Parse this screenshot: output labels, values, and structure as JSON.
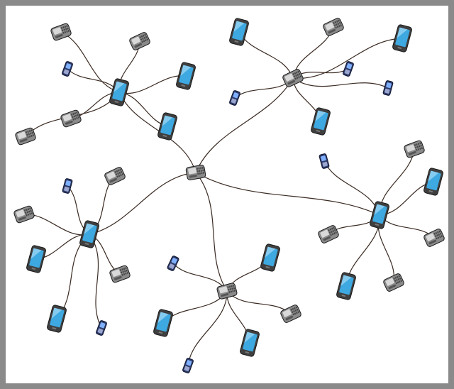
{
  "colors": {
    "frame": "#8a8a8a",
    "background": "#ffffff",
    "wire": "#3a2a22",
    "device_body": "#3f3f3f",
    "device_edge": "#1a1a1a",
    "screen": "#3ea8e0",
    "screen_highlight": "#bfe8fb",
    "qwerty_body": "#8a8a8a",
    "qwerty_screen": "#d9d9d9",
    "flip_body": "#2d3a66",
    "flip_screen": "#7fb0ff"
  },
  "nodes": [
    {
      "id": "center",
      "kind": "qwerty"
    },
    {
      "id": "hub-top-left",
      "kind": "touch"
    },
    {
      "id": "hub-top-right",
      "kind": "qwerty"
    },
    {
      "id": "hub-left",
      "kind": "touch"
    },
    {
      "id": "hub-bottom",
      "kind": "qwerty"
    },
    {
      "id": "hub-right",
      "kind": "touch"
    },
    {
      "id": "tl-1",
      "kind": "qwerty"
    },
    {
      "id": "tl-2",
      "kind": "flip"
    },
    {
      "id": "tl-3",
      "kind": "qwerty"
    },
    {
      "id": "tl-4",
      "kind": "touch"
    },
    {
      "id": "tl-5",
      "kind": "touch"
    },
    {
      "id": "tl-6",
      "kind": "qwerty"
    },
    {
      "id": "tl-7",
      "kind": "qwerty"
    },
    {
      "id": "tr-1",
      "kind": "touch"
    },
    {
      "id": "tr-2",
      "kind": "qwerty"
    },
    {
      "id": "tr-3",
      "kind": "touch"
    },
    {
      "id": "tr-4",
      "kind": "flip"
    },
    {
      "id": "tr-5",
      "kind": "flip"
    },
    {
      "id": "tr-6",
      "kind": "flip"
    },
    {
      "id": "tr-7",
      "kind": "touch"
    },
    {
      "id": "l-1",
      "kind": "flip"
    },
    {
      "id": "l-2",
      "kind": "qwerty"
    },
    {
      "id": "l-3",
      "kind": "qwerty"
    },
    {
      "id": "l-4",
      "kind": "touch"
    },
    {
      "id": "l-5",
      "kind": "qwerty"
    },
    {
      "id": "l-6",
      "kind": "touch"
    },
    {
      "id": "l-7",
      "kind": "flip"
    },
    {
      "id": "b-1",
      "kind": "flip"
    },
    {
      "id": "b-2",
      "kind": "touch"
    },
    {
      "id": "b-3",
      "kind": "qwerty"
    },
    {
      "id": "b-4",
      "kind": "touch"
    },
    {
      "id": "b-5",
      "kind": "touch"
    },
    {
      "id": "b-6",
      "kind": "flip"
    },
    {
      "id": "r-1",
      "kind": "flip"
    },
    {
      "id": "r-2",
      "kind": "qwerty"
    },
    {
      "id": "r-3",
      "kind": "touch"
    },
    {
      "id": "r-4",
      "kind": "qwerty"
    },
    {
      "id": "r-5",
      "kind": "qwerty"
    },
    {
      "id": "r-6",
      "kind": "touch"
    },
    {
      "id": "r-7",
      "kind": "qwerty"
    }
  ],
  "links": [
    [
      "center",
      "hub-top-left"
    ],
    [
      "center",
      "hub-top-right"
    ],
    [
      "center",
      "hub-left"
    ],
    [
      "center",
      "hub-bottom"
    ],
    [
      "center",
      "hub-right"
    ],
    [
      "hub-top-left",
      "tl-1"
    ],
    [
      "hub-top-left",
      "tl-2"
    ],
    [
      "hub-top-left",
      "tl-3"
    ],
    [
      "hub-top-left",
      "tl-4"
    ],
    [
      "hub-top-left",
      "tl-5"
    ],
    [
      "hub-top-left",
      "tl-6"
    ],
    [
      "hub-top-left",
      "tl-7"
    ],
    [
      "hub-top-right",
      "tr-1"
    ],
    [
      "hub-top-right",
      "tr-2"
    ],
    [
      "hub-top-right",
      "tr-3"
    ],
    [
      "hub-top-right",
      "tr-4"
    ],
    [
      "hub-top-right",
      "tr-5"
    ],
    [
      "hub-top-right",
      "tr-6"
    ],
    [
      "hub-top-right",
      "tr-7"
    ],
    [
      "hub-left",
      "l-1"
    ],
    [
      "hub-left",
      "l-2"
    ],
    [
      "hub-left",
      "l-3"
    ],
    [
      "hub-left",
      "l-4"
    ],
    [
      "hub-left",
      "l-5"
    ],
    [
      "hub-left",
      "l-6"
    ],
    [
      "hub-left",
      "l-7"
    ],
    [
      "hub-bottom",
      "b-1"
    ],
    [
      "hub-bottom",
      "b-2"
    ],
    [
      "hub-bottom",
      "b-3"
    ],
    [
      "hub-bottom",
      "b-4"
    ],
    [
      "hub-bottom",
      "b-5"
    ],
    [
      "hub-bottom",
      "b-6"
    ],
    [
      "hub-right",
      "r-1"
    ],
    [
      "hub-right",
      "r-2"
    ],
    [
      "hub-right",
      "r-3"
    ],
    [
      "hub-right",
      "r-4"
    ],
    [
      "hub-right",
      "r-5"
    ],
    [
      "hub-right",
      "r-6"
    ],
    [
      "hub-right",
      "r-7"
    ]
  ]
}
